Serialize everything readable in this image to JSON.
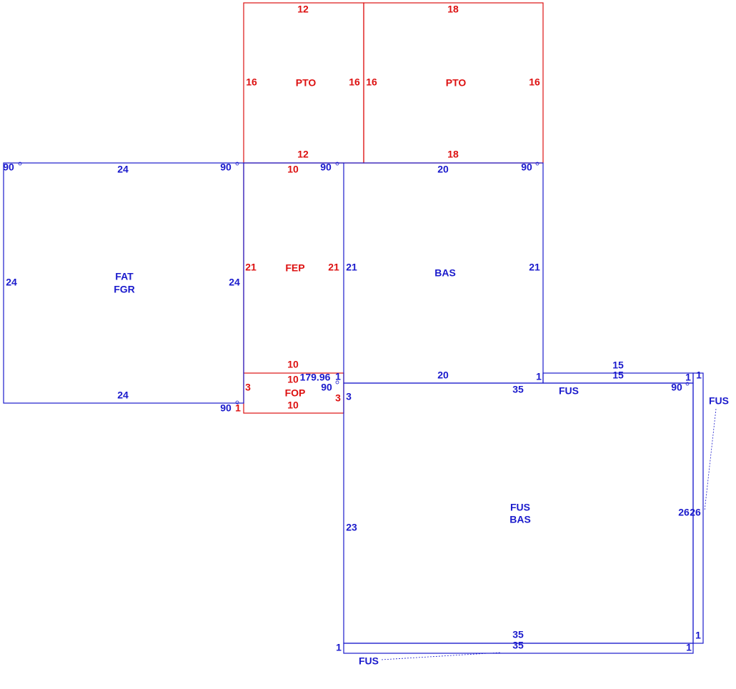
{
  "colors": {
    "blue": "#1a1acc",
    "red": "#dd1111"
  },
  "areas": [
    {
      "name": "fat-fgr",
      "codes": [
        "FAT",
        "FGR"
      ],
      "color": "#1a1acc"
    },
    {
      "name": "pto-left",
      "codes": [
        "PTO"
      ],
      "color": "#dd1111"
    },
    {
      "name": "pto-right",
      "codes": [
        "PTO"
      ],
      "color": "#dd1111"
    },
    {
      "name": "fep",
      "codes": [
        "FEP"
      ],
      "color": "#dd1111"
    },
    {
      "name": "fop",
      "codes": [
        "FOP"
      ],
      "color": "#dd1111"
    },
    {
      "name": "bas",
      "codes": [
        "BAS"
      ],
      "color": "#1a1acc"
    },
    {
      "name": "fus-bas",
      "codes": [
        "FUS",
        "BAS"
      ],
      "color": "#1a1acc"
    },
    {
      "name": "fus-top",
      "codes": [
        "FUS"
      ],
      "color": "#1a1acc"
    },
    {
      "name": "fus-right",
      "codes": [
        "FUS"
      ],
      "color": "#1a1acc"
    },
    {
      "name": "fus-bottom",
      "codes": [
        "FUS"
      ],
      "color": "#1a1acc"
    }
  ],
  "measurements": {
    "fat_top": "24",
    "fat_bottom": "24",
    "fat_left": "24",
    "fat_right": "24",
    "fat_angle_tl": "90",
    "fat_angle_tr": "90",
    "fat_angle_br": "90",
    "pto_left_top": "12",
    "pto_left_bottom": "12",
    "pto_left_left": "16",
    "pto_left_right": "16",
    "pto_right_top": "18",
    "pto_right_bottom": "18",
    "pto_right_left": "16",
    "pto_right_right": "16",
    "fep_top": "10",
    "fep_bottom": "10",
    "fep_left": "21",
    "fep_right": "21",
    "fep_angle": "90",
    "fop_top": "10",
    "fop_bottom": "10",
    "fop_left": "3",
    "fop_right": "3",
    "fop_angle_a": "179.96",
    "fop_one_a": "1",
    "fop_one_b": "1",
    "fop_angle_b": "90",
    "bas_top": "20",
    "bas_bottom": "20",
    "bas_left": "21",
    "bas_right": "21",
    "bas_angle": "90",
    "bas_one": "1",
    "fus_top_a": "15",
    "fus_top_b": "15",
    "fus_top_one_a": "1",
    "fus_top_one_b": "1",
    "main_top": "35",
    "main_left_3": "3",
    "main_left": "23",
    "main_angle": "90",
    "main_right_a": "26",
    "main_right_b": "26",
    "main_bottom_a": "35",
    "main_bottom_b": "35",
    "main_bl_one": "1",
    "main_br_one_a": "1",
    "main_br_one_b": "1"
  }
}
